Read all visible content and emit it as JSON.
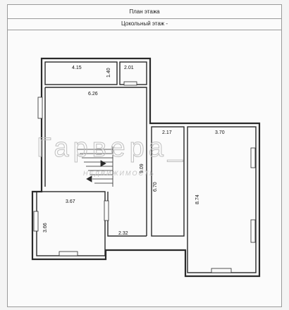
{
  "header": {
    "title": "План этажа",
    "subtitle": "Цокольный этаж -"
  },
  "watermark": {
    "brand": "Гарвера_",
    "tagline": "НЕДВИЖИМОСТЬ"
  },
  "dimensions": {
    "top_room_width": "4.15",
    "top_room_depth": "1.40",
    "small_room_width": "2.01",
    "hall_width": "6.26",
    "hall_length": "9.09",
    "corridor_width": "2.17",
    "corridor_length": "6.70",
    "large_room_width": "3.70",
    "large_room_length": "8.74",
    "bottom_left_width": "3.67",
    "bottom_left_depth": "3.66",
    "bottom_gap": "2.32"
  }
}
